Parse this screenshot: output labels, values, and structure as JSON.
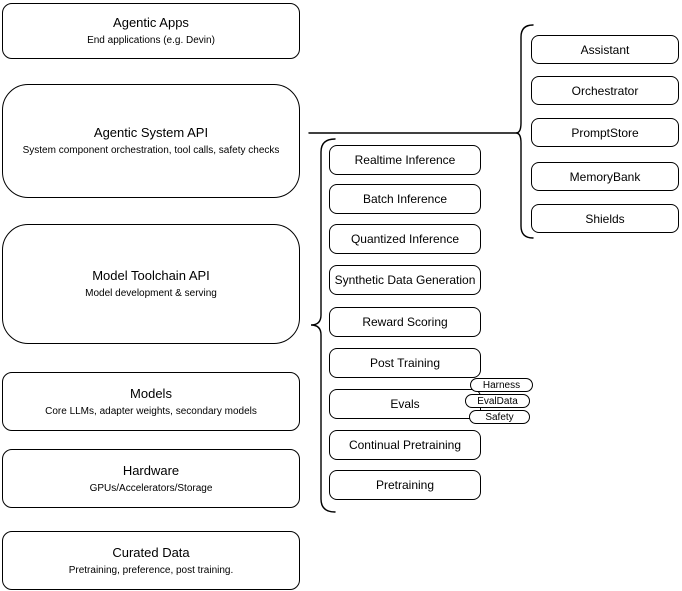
{
  "diagram": {
    "left_stack": [
      {
        "title": "Agentic Apps",
        "subtitle": "End applications (e.g. Devin)"
      },
      {
        "title": "Agentic System API",
        "subtitle": "System component orchestration, tool calls, safety checks"
      },
      {
        "title": "Model Toolchain API",
        "subtitle": "Model development & serving"
      },
      {
        "title": "Models",
        "subtitle": "Core LLMs, adapter weights, secondary models"
      },
      {
        "title": "Hardware",
        "subtitle": "GPUs/Accelerators/Storage"
      },
      {
        "title": "Curated Data",
        "subtitle": "Pretraining, preference, post training."
      }
    ],
    "toolchain_services": [
      {
        "label": "Realtime Inference"
      },
      {
        "label": "Batch Inference"
      },
      {
        "label": "Quantized Inference"
      },
      {
        "label": "Synthetic Data Generation"
      },
      {
        "label": "Reward Scoring"
      },
      {
        "label": "Post Training"
      },
      {
        "label": "Evals"
      },
      {
        "label": "Continual Pretraining"
      },
      {
        "label": "Pretraining"
      }
    ],
    "system_components": [
      {
        "label": "Assistant"
      },
      {
        "label": "Orchestrator"
      },
      {
        "label": "PromptStore"
      },
      {
        "label": "MemoryBank"
      },
      {
        "label": "Shields"
      }
    ],
    "eval_tags": [
      {
        "label": "Harness"
      },
      {
        "label": "EvalData"
      },
      {
        "label": "Safety"
      }
    ],
    "colors": {
      "stroke": "#000000",
      "background": "#ffffff"
    }
  }
}
